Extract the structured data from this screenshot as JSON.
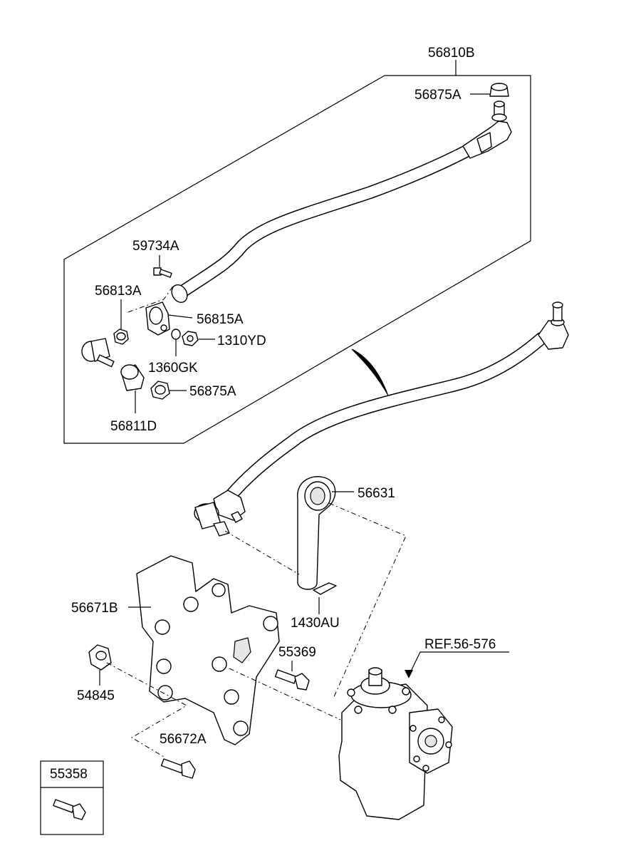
{
  "labels": {
    "56810B": "56810B",
    "56875A_top": "56875A",
    "59734A": "59734A",
    "56813A": "56813A",
    "56815A": "56815A",
    "1310YD": "1310YD",
    "1360GK": "1360GK",
    "56875A_mid": "56875A",
    "56811D": "56811D",
    "56631": "56631",
    "56671B": "56671B",
    "1430AU": "1430AU",
    "55369": "55369",
    "REF": "REF.56-576",
    "54845": "54845",
    "56672A": "56672A",
    "55358": "55358"
  }
}
